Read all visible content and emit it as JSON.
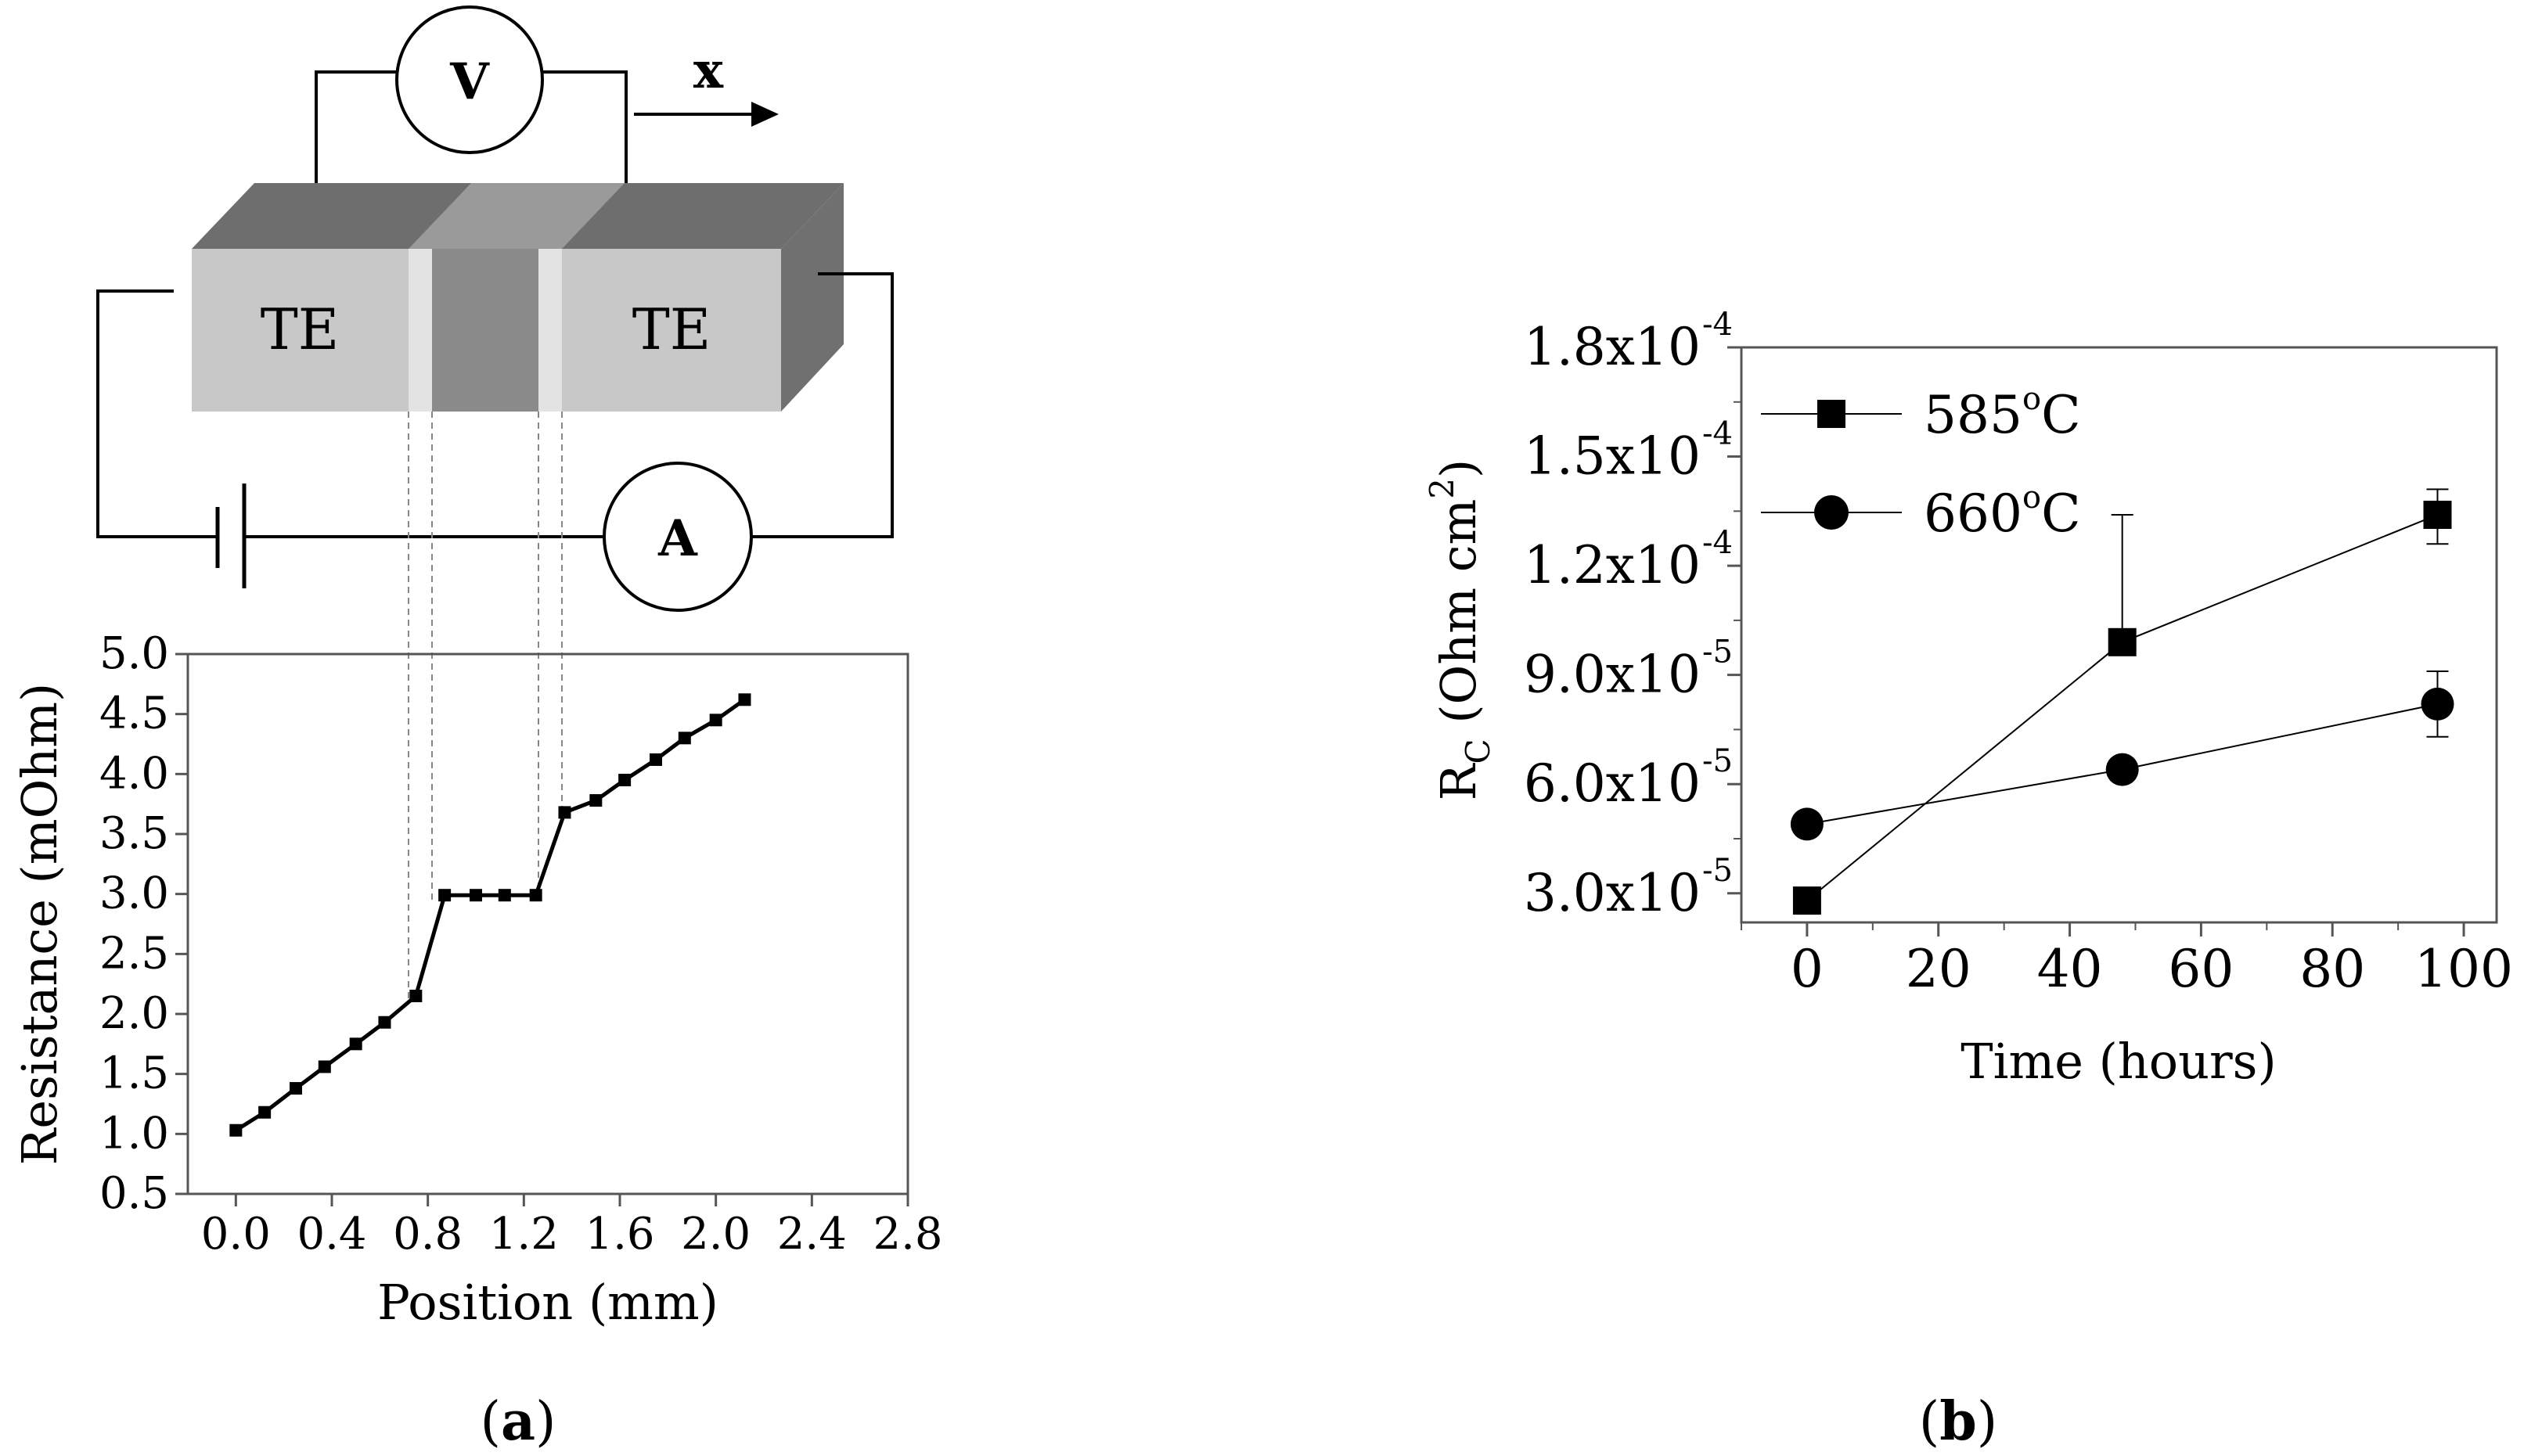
{
  "colors": {
    "line": "#000000",
    "frame": "#555555",
    "block_face": "#c8c8c8",
    "block_top": "#6e6e6e",
    "block_side": "#707070",
    "junction": "#8a8a8a"
  },
  "panel_a": {
    "caption_open": "(",
    "caption_letter": "a",
    "caption_close": ")",
    "diagram": {
      "voltmeter_label": "V",
      "ammeter_label": "A",
      "direction_label": "x",
      "left_electrode_label": "TE",
      "right_electrode_label": "TE"
    }
  },
  "panel_b": {
    "caption_open": "(",
    "caption_letter": "b",
    "caption_close": ")"
  },
  "chart_data": [
    {
      "type": "line",
      "panel": "a",
      "xlabel": "Position (mm)",
      "ylabel": "Resistance (mOhm)",
      "xlim": [
        -0.2,
        2.8
      ],
      "ylim": [
        0.5,
        5.0
      ],
      "xticks": [
        0.0,
        0.4,
        0.8,
        1.2,
        1.6,
        2.0,
        2.4,
        2.8
      ],
      "xtick_labels": [
        "0.0",
        "0.4",
        "0.8",
        "1.2",
        "1.6",
        "2.0",
        "2.4",
        "2.8"
      ],
      "yticks": [
        0.5,
        1.0,
        1.5,
        2.0,
        2.5,
        3.0,
        3.5,
        4.0,
        4.5,
        5.0
      ],
      "ytick_labels": [
        "0.5",
        "1.0",
        "1.5",
        "2.0",
        "2.5",
        "3.0",
        "3.5",
        "4.0",
        "4.5",
        "5.0"
      ],
      "series": [
        {
          "marker": "square",
          "x": [
            0.0,
            0.12,
            0.25,
            0.37,
            0.5,
            0.62,
            0.75,
            0.87,
            1.0,
            1.12,
            1.25,
            1.37,
            1.5,
            1.62,
            1.75,
            1.87,
            2.0,
            2.12
          ],
          "y": [
            1.03,
            1.18,
            1.38,
            1.56,
            1.75,
            1.93,
            2.15,
            2.99,
            2.99,
            2.99,
            2.99,
            3.68,
            3.78,
            3.95,
            4.12,
            4.3,
            4.45,
            4.62
          ]
        }
      ]
    },
    {
      "type": "line",
      "panel": "b",
      "xlabel": "Time (hours)",
      "ylabel_main": "R",
      "ylabel_sub": "C",
      "ylabel_rest": " (Ohm cm",
      "ylabel_sup": "2",
      "ylabel_close": ")",
      "xlim": [
        -10,
        105
      ],
      "ylim": [
        2.2e-05,
        0.00018
      ],
      "xticks": [
        0,
        20,
        40,
        60,
        80,
        100
      ],
      "xtick_labels": [
        "0",
        "20",
        "40",
        "60",
        "80",
        "100"
      ],
      "yticks": [
        3e-05,
        6e-05,
        9e-05,
        0.00012,
        0.00015,
        0.00018
      ],
      "ytick_mantissa": [
        "3.0x10",
        "6.0x10",
        "9.0x10",
        "1.2x10",
        "1.5x10",
        "1.8x10"
      ],
      "ytick_exponent": [
        "-5",
        "-5",
        "-5",
        "-4",
        "-4",
        "-4"
      ],
      "legend_position": "top-left",
      "series": [
        {
          "name_value": "585",
          "name_degree": "o",
          "name_unit": "C",
          "marker": "square",
          "x": [
            0,
            48,
            96
          ],
          "y": [
            2.8e-05,
            9.9e-05,
            0.000134
          ],
          "err_low": [
            0,
            0,
            8e-06
          ],
          "err_high": [
            0,
            3.5e-05,
            7e-06
          ]
        },
        {
          "name_value": "660",
          "name_degree": "o",
          "name_unit": "C",
          "marker": "circle",
          "x": [
            0,
            48,
            96
          ],
          "y": [
            4.9e-05,
            6.4e-05,
            8.2e-05
          ],
          "err_low": [
            0,
            0,
            9e-06
          ],
          "err_high": [
            0,
            0,
            9e-06
          ]
        }
      ]
    }
  ]
}
